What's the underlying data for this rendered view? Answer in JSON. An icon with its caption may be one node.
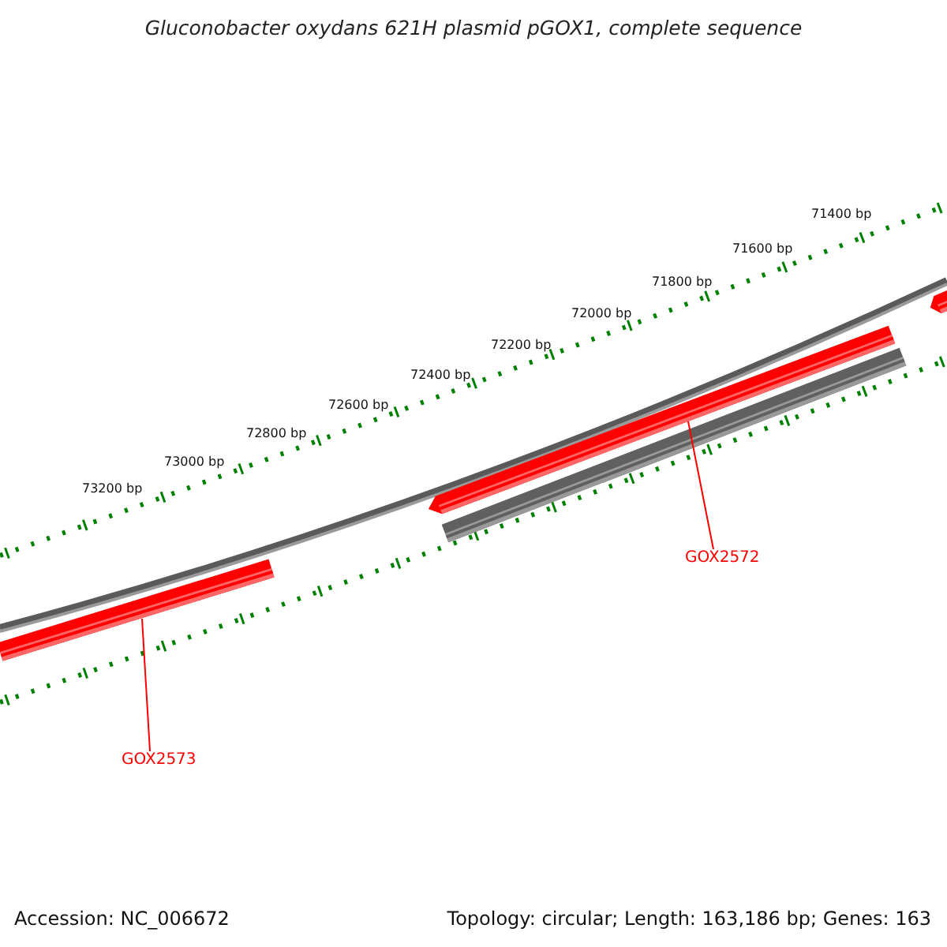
{
  "diagram": {
    "title": "Gluconobacter oxydans 621H plasmid pGOX1, complete sequence",
    "nodes": [
      {
        "text": [
          "GOX2572"
        ]
      },
      {
        "text": [],
        "shape": "bar"
      },
      {
        "text": [
          "GOX2573"
        ]
      },
      {
        "text": [],
        "shape": "bar"
      }
    ],
    "edges": [
      {
        "from": 0,
        "to": 1,
        "arrow": "none"
      },
      {
        "from": 2,
        "to": 3,
        "arrow": "none"
      }
    ],
    "labels": [
      "71400 bp",
      "71600 bp",
      "71800 bp",
      "72000 bp",
      "72200 bp",
      "72400 bp",
      "72600 bp",
      "72800 bp",
      "73000 bp",
      "73200 bp",
      "Accession: NC_006672",
      "Topology: circular; Length: 163,186 bp; Genes: 163"
    ]
  }
}
